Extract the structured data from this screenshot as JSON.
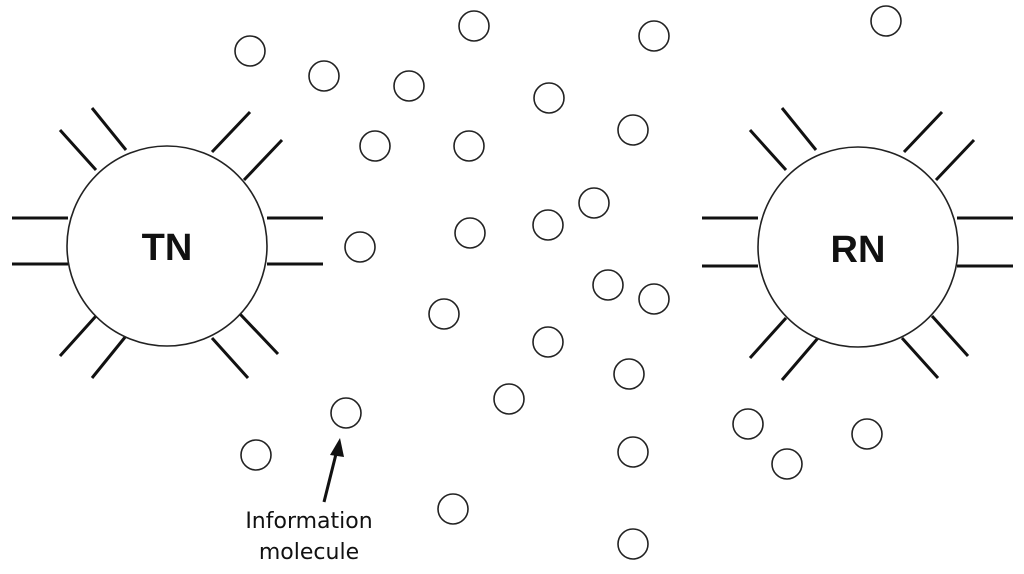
{
  "nodes": {
    "transmitter": {
      "label": "TN"
    },
    "receiver": {
      "label": "RN"
    }
  },
  "annotation": {
    "line1": "Information",
    "line2": "molecule"
  },
  "colors": {
    "stroke": "#222222",
    "background": "#ffffff"
  }
}
